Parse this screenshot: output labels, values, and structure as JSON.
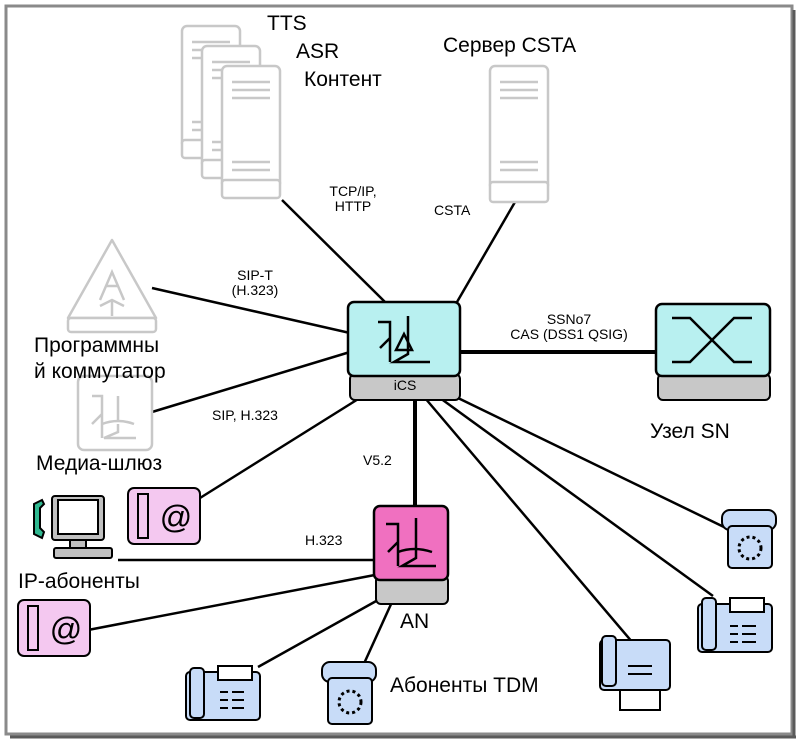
{
  "nodes": {
    "content_servers": {
      "line1": "TTS",
      "line2": "ASR",
      "line3": "Контент"
    },
    "csta_server": {
      "label": "Сервер CSTA"
    },
    "softswitch": {
      "line1": "Программны",
      "line2": "й коммутатор"
    },
    "media_gateway": {
      "label": "Медиа-шлюз"
    },
    "ics": {
      "label": "iCS"
    },
    "sn_node": {
      "label": "Узел SN"
    },
    "an": {
      "label": "AN"
    },
    "ip_subscribers": {
      "label": "IP-абоненты"
    },
    "tdm_subscribers": {
      "label": "Абоненты TDM"
    }
  },
  "links": {
    "tcpip": {
      "line1": "TCP/IP,",
      "line2": "HTTP"
    },
    "csta": {
      "label": "CSTA"
    },
    "sipt": {
      "line1": "SIP-T",
      "line2": "(H.323)"
    },
    "sip_h323": {
      "label": "SIP, H.323"
    },
    "ssno7": {
      "line1": "SSNo7",
      "line2": "CAS (DSS1 QSIG)"
    },
    "v52": {
      "label": "V5.2"
    },
    "h323": {
      "label": "H.323"
    }
  },
  "colors": {
    "frame": "#7a7a7a",
    "ics_body": "#b8f0f0",
    "sn_body": "#b8f0f0",
    "an_body": "#f070c0",
    "ip_phone": "#f4c8f0",
    "tdm_phone": "#c8dcf8",
    "base_grey": "#c8c8c8",
    "faded": "#c8c8c8"
  }
}
